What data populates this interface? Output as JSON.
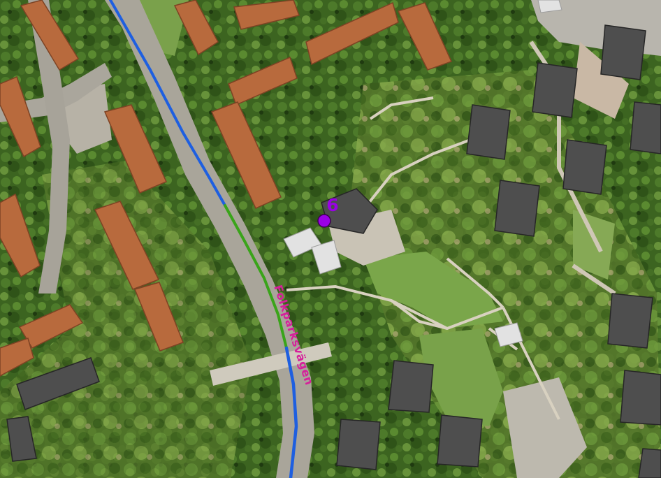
{
  "map": {
    "view": "aerial-photo",
    "street_label": "Folkparksvägen",
    "poi_marker": {
      "number": "6"
    },
    "colors": {
      "route_primary": "#1e5fe0",
      "route_highlight": "#3aa41a",
      "street_label": "#d6209b",
      "poi": "#9a00e6",
      "roof_flat": "#4e4e4e",
      "roof_tile": "#b86a3d",
      "vegetation": "#3f6b22",
      "lawn": "#78a54a",
      "paved": "#b9b4a8"
    }
  }
}
